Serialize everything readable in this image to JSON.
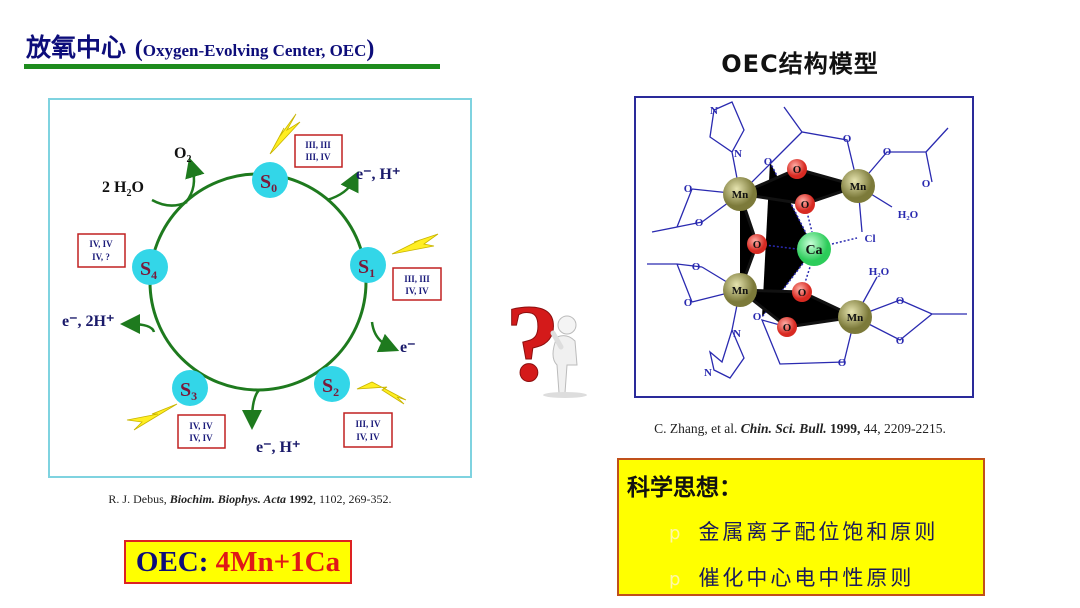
{
  "header": {
    "title_cn": "放氧中心",
    "title_en": "Oxygen-Evolving Center, OEC",
    "paren_open": "(",
    "paren_close": ")"
  },
  "cycle": {
    "states": [
      {
        "main": "S",
        "sub": "0",
        "oxidation_line1": "III, III",
        "oxidation_line2": "III, IV"
      },
      {
        "main": "S",
        "sub": "1",
        "oxidation_line1": "III, III",
        "oxidation_line2": "IV, IV"
      },
      {
        "main": "S",
        "sub": "2",
        "oxidation_line1": "III, IV",
        "oxidation_line2": "IV, IV"
      },
      {
        "main": "S",
        "sub": "3",
        "oxidation_line1": "IV, IV",
        "oxidation_line2": "IV, IV"
      },
      {
        "main": "S",
        "sub": "4",
        "oxidation_line1": "IV, IV",
        "oxidation_line2": "IV,    ?"
      }
    ],
    "products": {
      "o2": {
        "main": "O",
        "sub": "2"
      },
      "water": {
        "pre": "2 H",
        "sub": "2",
        "post": "O"
      },
      "s0_out": "e⁻, H⁺",
      "s1_out": "e⁻",
      "s2_out": "e⁻, H⁺",
      "s4_out": "e⁻, 2H⁺"
    },
    "citation": {
      "authors": "R. J. Debus, ",
      "journal": "Biochim. Biophys. Acta",
      "year": " 1992",
      "rest": ", 1102, 269-352."
    }
  },
  "oec_formula": {
    "label": "OEC:",
    "value": "4Mn+1Ca"
  },
  "structure": {
    "title": "OEC结构模型",
    "atoms": {
      "mn": "Mn",
      "ca": "Ca",
      "o": "O",
      "cl": "Cl",
      "n": "N",
      "water": "H₂O"
    },
    "citation": {
      "authors": "C. Zhang, et al. ",
      "journal": "Chin. Sci. Bull.",
      "year": " 1999,",
      "rest": " 44, 2209-2215."
    }
  },
  "ideas": {
    "heading": "科学思想：",
    "bullet": "p",
    "items": [
      "金属离子配位饱和原则",
      "催化中心电中性原则"
    ]
  },
  "colors": {
    "state_circle": "#33d6e8",
    "cycle_line": "#1e7a1e",
    "mn": "#9c9a5a",
    "ca": "#4fe07a",
    "o": "#e8403a",
    "highlight": "#ffff00",
    "accent_red": "#e01818"
  }
}
